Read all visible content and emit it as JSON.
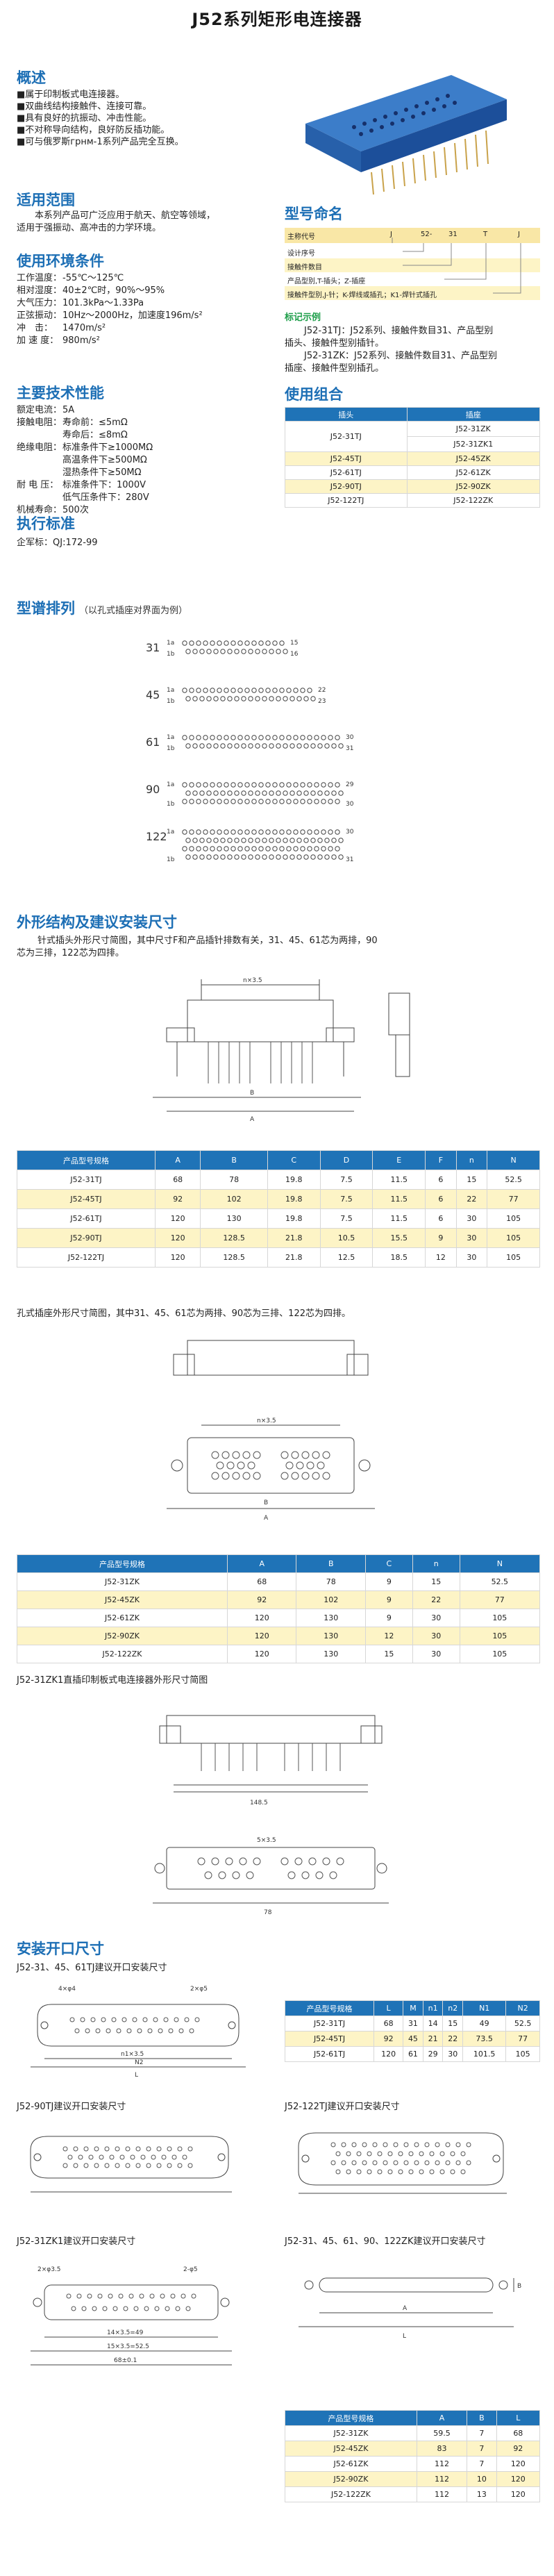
{
  "title": "J52系列矩形电连接器",
  "overview": {
    "heading": "概述",
    "bullets": [
      "■属于印制板式电连接器。",
      "■双曲线结构接触件、连接可靠。",
      "■具有良好的抗振动、冲击性能。",
      "■不对称导向结构，良好防反插功能。",
      "■可与俄罗斯гpнм-1系列产品完全互换。"
    ]
  },
  "scope": {
    "heading": "适用范围",
    "text_lines": [
      "本系列产品可广泛应用于航天、航空等领域，",
      "适用于强振动、高冲击的力学环境。"
    ]
  },
  "environment": {
    "heading": "使用环境条件",
    "rows": [
      {
        "k": "工作温度：",
        "v": "-55℃～125℃"
      },
      {
        "k": "相对湿度：",
        "v": "40±2℃时，90%～95%"
      },
      {
        "k": "大气压力：",
        "v": "101.3kPa～1.33Pa"
      },
      {
        "k": "正弦振动：",
        "v": "10Hz～2000Hz，加速度196m/s²"
      },
      {
        "k": "冲　击：",
        "v": "1470m/s²"
      },
      {
        "k": "加 速 度：",
        "v": "980m/s²"
      }
    ]
  },
  "specs": {
    "heading": "主要技术性能",
    "rows": [
      {
        "k": "额定电流：",
        "v": "5A"
      },
      {
        "k": "接触电阻：",
        "v": "寿命前：≤5mΩ"
      },
      {
        "k": "",
        "v": "寿命后：≤8mΩ"
      },
      {
        "k": "绝缘电阻：",
        "v": "标准条件下≥1000MΩ"
      },
      {
        "k": "",
        "v": "高温条件下≥500MΩ"
      },
      {
        "k": "",
        "v": "湿热条件下≥50MΩ"
      },
      {
        "k": "耐 电 压：",
        "v": "标准条件下：1000V"
      },
      {
        "k": "",
        "v": "低气压条件下：280V"
      },
      {
        "k": "机械寿命：",
        "v": "500次"
      }
    ]
  },
  "standard": {
    "heading": "执行标准",
    "text": "企军标：QJ:172-99"
  },
  "model_naming": {
    "heading": "型号命名",
    "header_cells": [
      "J",
      "52-",
      "31",
      "T",
      "J"
    ],
    "rows": [
      "主称代号",
      "设计序号",
      "接触件数目",
      "产品型别,T-插头；Z-插座",
      "接触件型别,J-针；K-焊线或插孔；K1-焊针式插孔"
    ]
  },
  "example": {
    "heading": "标记示例",
    "lines": [
      "J52-31TJ：J52系列、接触件数目31、产品型别",
      "插头、接触件型别插针。",
      "J52-31ZK：J52系列、接触件数目31、产品型别",
      "插座、接触件型别插孔。"
    ]
  },
  "combo": {
    "heading": "使用组合",
    "cols": [
      "插头",
      "插座"
    ],
    "rows": [
      [
        "J52-31TJ",
        "J52-31ZK"
      ],
      [
        "",
        "J52-31ZK1"
      ],
      [
        "J52-45TJ",
        "J52-45ZK"
      ],
      [
        "J52-61TJ",
        "J52-61ZK"
      ],
      [
        "J52-90TJ",
        "J52-90ZK"
      ],
      [
        "J52-122TJ",
        "J52-122ZK"
      ]
    ]
  },
  "pin_layout": {
    "heading": "型谱排列",
    "note": "（以孔式插座对界面为例）",
    "groups": [
      {
        "label": "31",
        "left_top": "1a",
        "left_bot": "1b",
        "right_top": "15",
        "right_bot": "16"
      },
      {
        "label": "45",
        "left_top": "1a",
        "left_bot": "1b",
        "right_top": "22",
        "right_bot": "23"
      },
      {
        "label": "61",
        "left_top": "1a",
        "left_bot": "1b",
        "right_top": "30",
        "right_bot": "31"
      },
      {
        "label": "90",
        "left_top": "1a",
        "left_bot": "1b",
        "right_top": "29",
        "right_bot": "30"
      },
      {
        "label": "122",
        "left_top": "1a",
        "left_bot": "1b",
        "right_top": "30",
        "right_bot": "31"
      }
    ]
  },
  "outline": {
    "heading": "外形结构及建议安装尺寸",
    "desc_lines": [
      "针式插头外形尺寸简图，其中尺寸F和产品插针排数有关，31、45、61芯为两排，90",
      "芯为三排，122芯为四排。"
    ],
    "plug_table": {
      "cols": [
        "产品型号规格",
        "A",
        "B",
        "C",
        "D",
        "E",
        "F",
        "n",
        "N"
      ],
      "rows": [
        [
          "J52-31TJ",
          "68",
          "78",
          "19.8",
          "7.5",
          "11.5",
          "6",
          "15",
          "52.5"
        ],
        [
          "J52-45TJ",
          "92",
          "102",
          "19.8",
          "7.5",
          "11.5",
          "6",
          "22",
          "77"
        ],
        [
          "J52-61TJ",
          "120",
          "130",
          "19.8",
          "7.5",
          "11.5",
          "6",
          "30",
          "105"
        ],
        [
          "J52-90TJ",
          "120",
          "128.5",
          "21.8",
          "10.5",
          "15.5",
          "9",
          "30",
          "105"
        ],
        [
          "J52-122TJ",
          "120",
          "128.5",
          "21.8",
          "12.5",
          "18.5",
          "12",
          "30",
          "105"
        ]
      ]
    },
    "socket_desc": "孔式插座外形尺寸简图，其中31、45、61芯为两排、90芯为三排、122芯为四排。",
    "socket_table": {
      "cols": [
        "产品型号规格",
        "A",
        "B",
        "C",
        "n",
        "N"
      ],
      "rows": [
        [
          "J52-31ZK",
          "68",
          "78",
          "9",
          "15",
          "52.5"
        ],
        [
          "J52-45ZK",
          "92",
          "102",
          "9",
          "22",
          "77"
        ],
        [
          "J52-61ZK",
          "120",
          "130",
          "9",
          "30",
          "105"
        ],
        [
          "J52-90ZK",
          "120",
          "130",
          "12",
          "30",
          "105"
        ],
        [
          "J52-122ZK",
          "120",
          "130",
          "15",
          "30",
          "105"
        ]
      ]
    },
    "zk1_title": "J52-31ZK1直插印制板式电连接器外形尺寸简图"
  },
  "install": {
    "heading": "安装开口尺寸",
    "sub1": "J52-31、45、61TJ建议开口安装尺寸",
    "table1": {
      "cols": [
        "产品型号规格",
        "L",
        "M",
        "n1",
        "n2",
        "N1",
        "N2"
      ],
      "rows": [
        [
          "J52-31TJ",
          "68",
          "31",
          "14",
          "15",
          "49",
          "52.5"
        ],
        [
          "J52-45TJ",
          "92",
          "45",
          "21",
          "22",
          "73.5",
          "77"
        ],
        [
          "J52-61TJ",
          "120",
          "61",
          "29",
          "30",
          "101.5",
          "105"
        ]
      ]
    },
    "sub2": "J52-90TJ建议开口安装尺寸",
    "sub3": "J52-122TJ建议开口安装尺寸",
    "sub4": "J52-31ZK1建议开口安装尺寸",
    "sub5": "J52-31、45、61、90、122ZK建议开口安装尺寸",
    "table2": {
      "cols": [
        "产品型号规格",
        "A",
        "B",
        "L"
      ],
      "rows": [
        [
          "J52-31ZK",
          "59.5",
          "7",
          "68"
        ],
        [
          "J52-45ZK",
          "83",
          "7",
          "92"
        ],
        [
          "J52-61ZK",
          "112",
          "7",
          "120"
        ],
        [
          "J52-90ZK",
          "112",
          "10",
          "120"
        ],
        [
          "J52-122ZK",
          "112",
          "13",
          "120"
        ]
      ]
    }
  },
  "colors": {
    "accent": "#1d6fb5",
    "table_header": "#1f73b7",
    "row_highlight": "#fdf4c6",
    "naming_highlight": "#f9e7a6"
  },
  "dims": {
    "plug_top": "n×3.5",
    "plug_b": "B",
    "plug_a": "A",
    "socket_top": "n×3.5",
    "socket_b": "B",
    "socket_a": "A",
    "zk1_top": "148.5",
    "zk1_mid": "5×3.5",
    "zk1_bot": "78",
    "inst_top_l": "4×φ4",
    "inst_top_r": "2×φ5",
    "inst_n1": "n1×3.5",
    "inst_n2": "N2",
    "inst_l": "L",
    "zk1_inst_a": "2×φ3.5",
    "zk1_inst_b": "2-φ5",
    "zk1_inst_c": "14×3.5=49",
    "zk1_inst_d": "15×3.5=52.5",
    "zk1_inst_e": "68±0.1",
    "zk_inst_b": "B",
    "zk_inst_l": "L",
    "zk_inst_a": "A"
  }
}
